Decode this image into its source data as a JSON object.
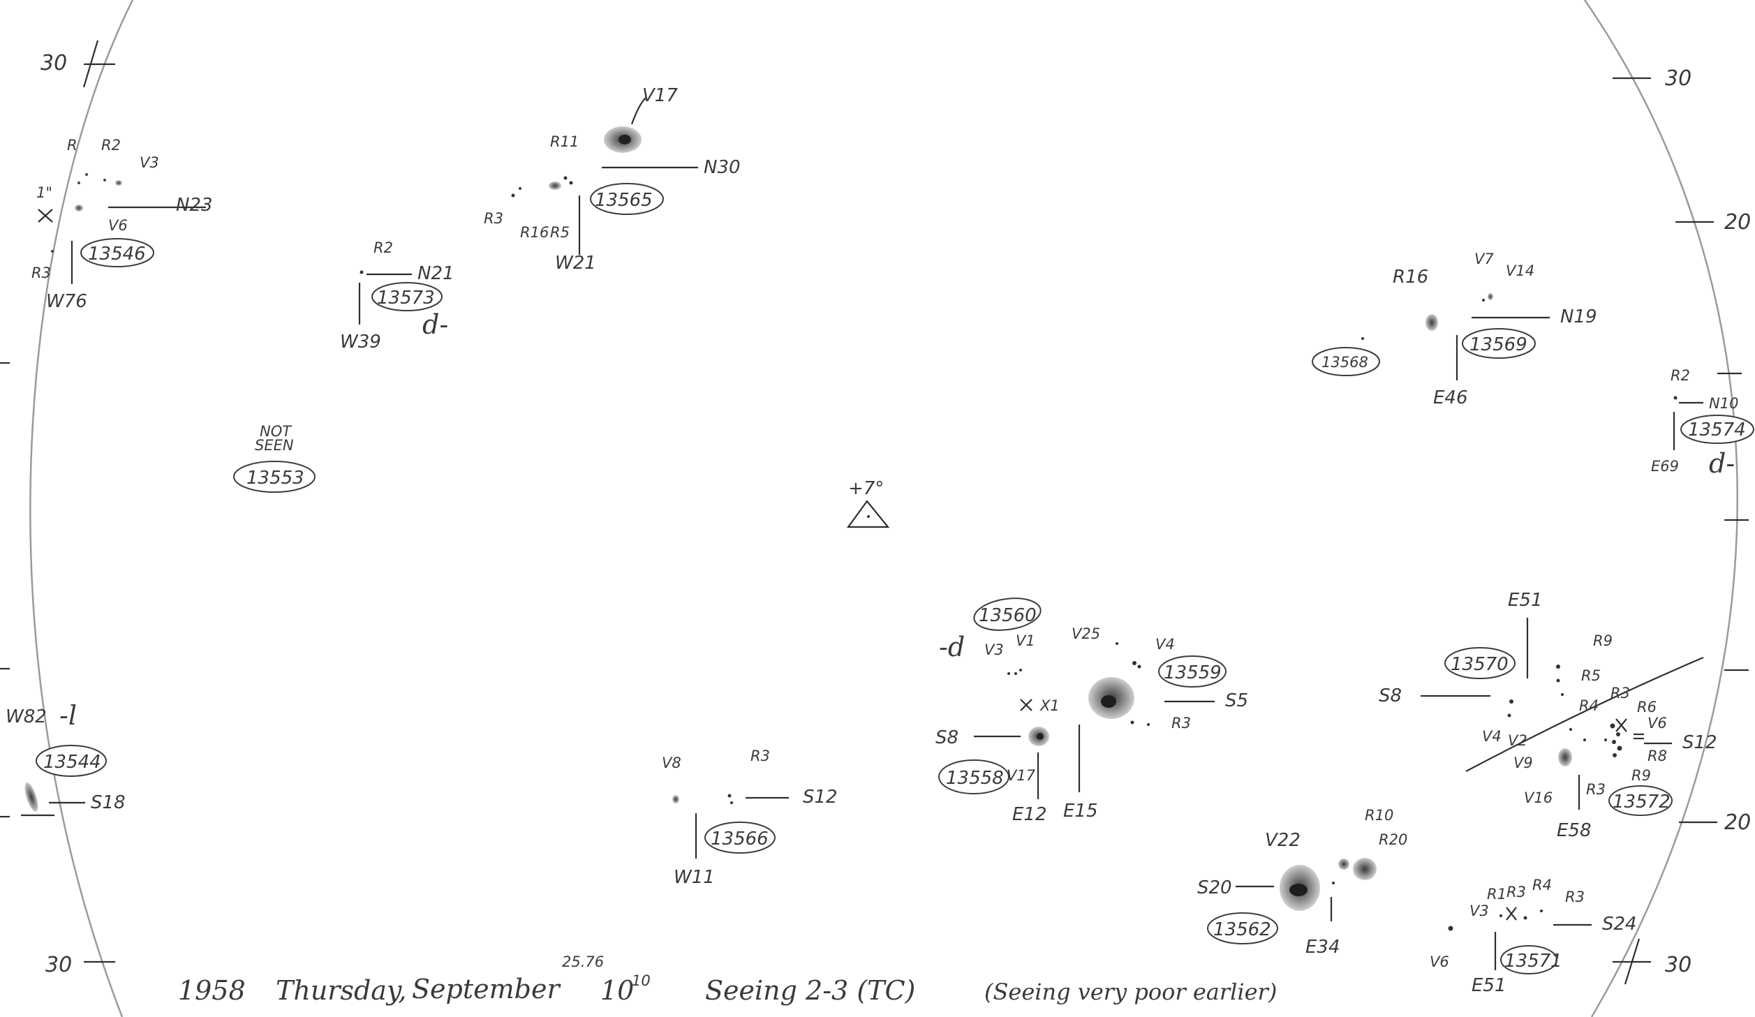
{
  "scale_ticks": {
    "left_top": "30",
    "left_bottom": "30",
    "right_top": "30",
    "right_mid_top": "20",
    "right_mid_bottom": "20",
    "right_bottom": "30"
  },
  "center": {
    "label": "+7°"
  },
  "not_seen": {
    "line1": "NOT",
    "line2": "SEEN",
    "region": "13553"
  },
  "regions": {
    "r13546": {
      "number": "13546",
      "lat": "N23",
      "lon": "W76",
      "labels": [
        "R",
        "R2",
        "V3",
        "V6",
        "R3",
        "1\""
      ]
    },
    "r13565": {
      "number": "13565",
      "lat": "N30",
      "lon": "W21",
      "labels": [
        "V17",
        "R11",
        "R3",
        "R16",
        "R5"
      ]
    },
    "r13573": {
      "number": "13573",
      "lat": "N21",
      "lon": "W39",
      "labels": [
        "R2"
      ],
      "note": "d-"
    },
    "r13568": {
      "number": "13568"
    },
    "r13569": {
      "number": "13569",
      "lat": "N19",
      "lon": "E46",
      "labels": [
        "R16",
        "V7",
        "V14"
      ]
    },
    "r13574": {
      "number": "13574",
      "lat": "N10",
      "lon": "E69",
      "labels": [
        "R2"
      ],
      "note": "d-"
    },
    "r13544": {
      "number": "13544",
      "lat": "S18",
      "lon": "W82",
      "note": "-l"
    },
    "r13566": {
      "number": "13566",
      "lat": "S12",
      "lon": "W11",
      "labels": [
        "V8",
        "R3"
      ]
    },
    "r13560": {
      "number": "13560",
      "labels": [
        "V3",
        "V1"
      ],
      "note": "-d"
    },
    "r13558": {
      "number": "13558",
      "lat": "S8",
      "lon": "E12",
      "labels": [
        "X1",
        "V17"
      ]
    },
    "r13559": {
      "number": "13559",
      "lat": "S5",
      "lon": "E15",
      "labels": [
        "V25",
        "V4",
        "R3"
      ]
    },
    "r13570": {
      "number": "13570",
      "lat": "S8",
      "lon": "E51",
      "labels": [
        "R9",
        "R5",
        "V4",
        "V2"
      ]
    },
    "r13572": {
      "number": "13572",
      "lat": "S12",
      "lon": "E58",
      "labels": [
        "R4",
        "R3",
        "R6",
        "V6",
        "R8",
        "R9",
        "V9",
        "V16",
        "R3"
      ]
    },
    "r13562": {
      "number": "13562",
      "lat": "S20",
      "lon": "E34",
      "labels": [
        "V22",
        "R10",
        "R20"
      ]
    },
    "r13571": {
      "number": "13571",
      "lat": "S24",
      "lon": "E51",
      "labels": [
        "V3",
        "R1",
        "R3",
        "R4",
        "R3",
        "V6"
      ]
    }
  },
  "footer": {
    "year": "1958",
    "day": "Thursday,",
    "month": "September",
    "date_sup": "25.76",
    "time": "10",
    "time_sup": "10",
    "seeing": "Seeing 2-3 (TC)",
    "note": "(Seeing very poor earlier)"
  }
}
